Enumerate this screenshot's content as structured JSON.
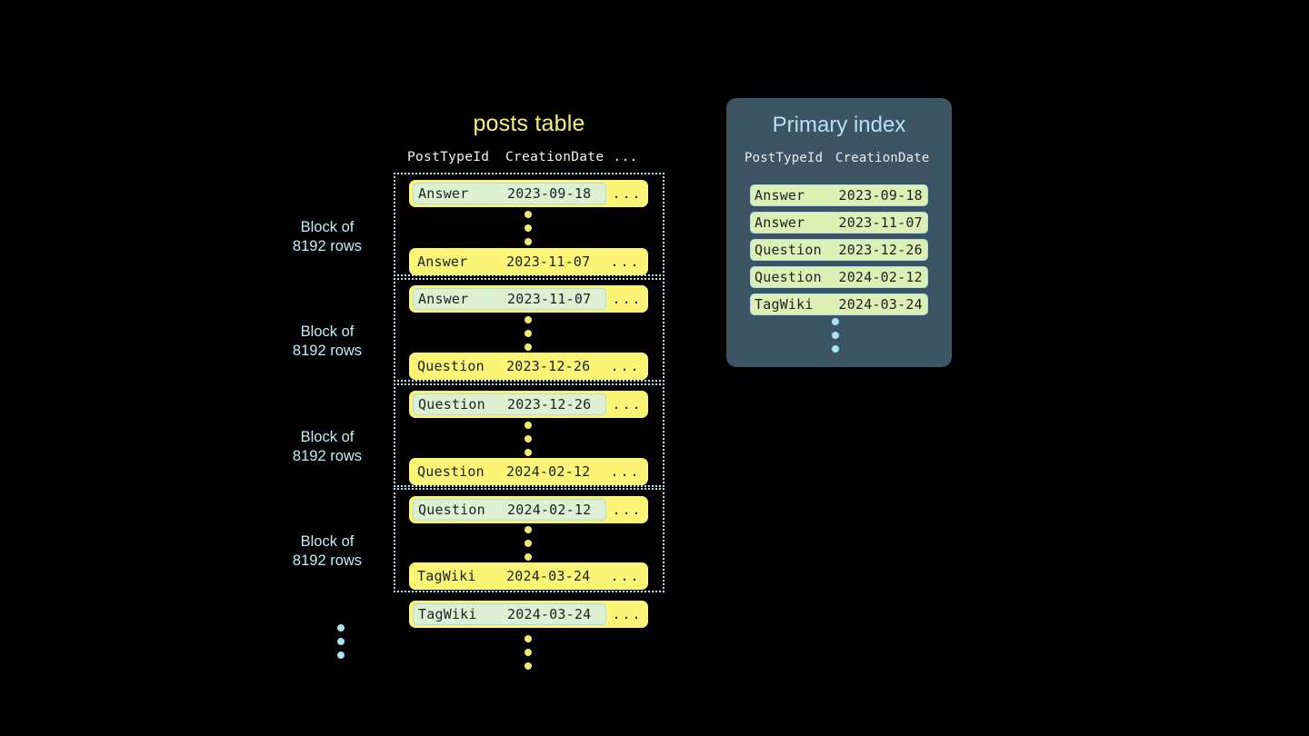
{
  "posts_table": {
    "title": "posts table",
    "columns": [
      "PostTypeId",
      "CreationDate",
      "..."
    ],
    "block_label": "Block of\n8192 rows",
    "block_label_line1": "Block of",
    "block_label_line2": "8192 rows",
    "ellipsis_cell": "...",
    "blocks": [
      {
        "label_line1": "Block of",
        "label_line2": "8192 rows",
        "first_row": {
          "post_type_id": "Answer",
          "creation_date": "2023-09-18",
          "more": "...",
          "highlighted": true
        },
        "last_row": {
          "post_type_id": "Answer",
          "creation_date": "2023-11-07",
          "more": "...",
          "highlighted": false
        }
      },
      {
        "label_line1": "Block of",
        "label_line2": "8192 rows",
        "first_row": {
          "post_type_id": "Answer",
          "creation_date": "2023-11-07",
          "more": "...",
          "highlighted": true
        },
        "last_row": {
          "post_type_id": "Question",
          "creation_date": "2023-12-26",
          "more": "...",
          "highlighted": false
        }
      },
      {
        "label_line1": "Block of",
        "label_line2": "8192 rows",
        "first_row": {
          "post_type_id": "Question",
          "creation_date": "2023-12-26",
          "more": "...",
          "highlighted": true
        },
        "last_row": {
          "post_type_id": "Question",
          "creation_date": "2024-02-12",
          "more": "...",
          "highlighted": false
        }
      },
      {
        "label_line1": "Block of",
        "label_line2": "8192 rows",
        "first_row": {
          "post_type_id": "Question",
          "creation_date": "2024-02-12",
          "more": "...",
          "highlighted": true
        },
        "last_row": {
          "post_type_id": "TagWiki",
          "creation_date": "2024-03-24",
          "more": "...",
          "highlighted": false
        }
      }
    ],
    "trailing_row": {
      "post_type_id": "TagWiki",
      "creation_date": "2024-03-24",
      "more": "...",
      "highlighted": true
    }
  },
  "primary_index": {
    "title": "Primary index",
    "columns": [
      "PostTypeId",
      "CreationDate"
    ],
    "rows": [
      {
        "post_type_id": "Answer",
        "creation_date": "2023-09-18"
      },
      {
        "post_type_id": "Answer",
        "creation_date": "2023-11-07"
      },
      {
        "post_type_id": "Question",
        "creation_date": "2023-12-26"
      },
      {
        "post_type_id": "Question",
        "creation_date": "2024-02-12"
      },
      {
        "post_type_id": "TagWiki",
        "creation_date": "2024-03-24"
      }
    ]
  },
  "colors": {
    "background": "#000000",
    "row_yellow": "#fbf474",
    "row_text": "#1c2129",
    "highlight_fill": "#ddf0d2",
    "highlight_border": "#a9dced",
    "index_row_fill": "#ddf0b4",
    "panel_bg": "#3c5463",
    "cyan_text": "#c3ecf7",
    "title_yellow": "#f2f27a",
    "dot_yellow": "#f2ec6e",
    "dot_cyan": "#a8e3f4"
  }
}
